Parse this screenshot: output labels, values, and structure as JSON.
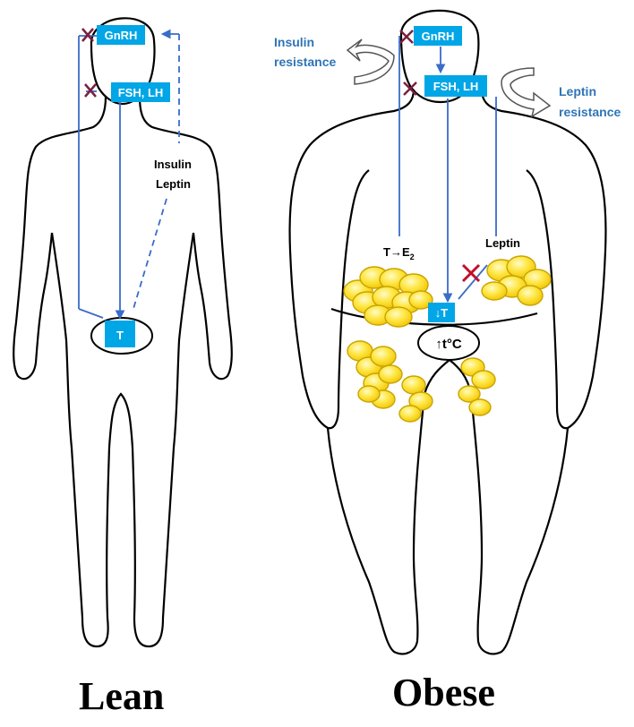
{
  "lean": {
    "caption": "Lean",
    "gnrh": "GnRH",
    "fsh_lh": "FSH, LH",
    "insulin": "Insulin",
    "leptin": "Leptin",
    "testosterone": "T"
  },
  "obese": {
    "caption": "Obese",
    "gnrh": "GnRH",
    "fsh_lh": "FSH, LH",
    "insulin_resistance_line1": "Insulin",
    "insulin_resistance_line2": "resistance",
    "leptin_resistance_line1": "Leptin",
    "leptin_resistance_line2": "resistance",
    "aromatization": "T→E",
    "aromatization_sub": "2",
    "leptin": "Leptin",
    "low_testosterone": "↓T",
    "temperature": "↑t°C"
  },
  "colors": {
    "box_fill": "#00a6e6",
    "arrow": "#3a6cc8",
    "cross": "#7a1f3d",
    "label_blue": "#2e75b6",
    "fat_yellow": "#ffd900",
    "fat_edge": "#c9a400"
  }
}
